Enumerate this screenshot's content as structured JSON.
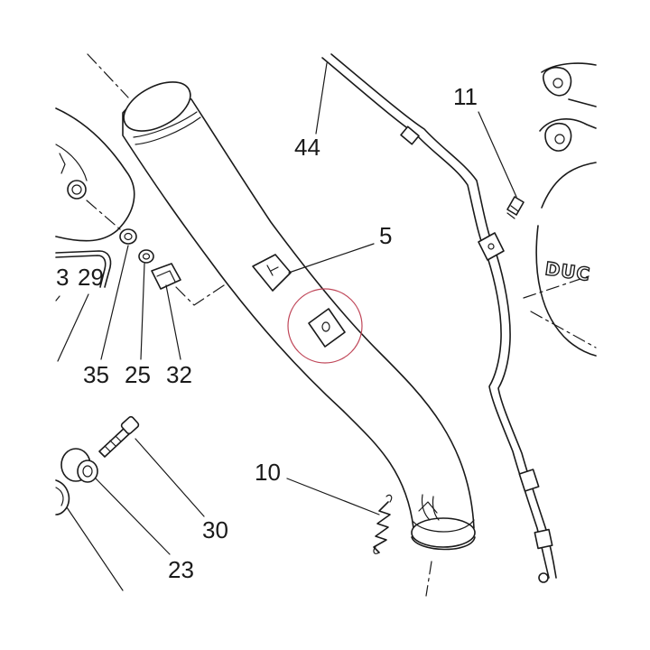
{
  "callouts": {
    "part_44": "44",
    "part_11": "11",
    "part_5": "5",
    "part_3": "3",
    "part_29": "29",
    "part_35": "35",
    "part_25": "25",
    "part_32": "32",
    "part_10": "10",
    "part_30": "30",
    "part_23": "23"
  },
  "engine_logo": "DUC",
  "highlight_color": "#c0485a"
}
